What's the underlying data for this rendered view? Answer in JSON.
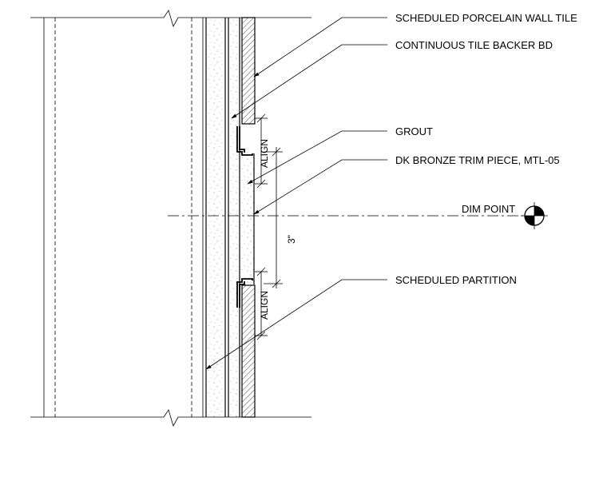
{
  "labels": {
    "tile": "SCHEDULED PORCELAIN WALL TILE",
    "backer": "CONTINUOUS TILE BACKER BD",
    "grout": "GROUT",
    "trim": "DK BRONZE TRIM PIECE, MTL-05",
    "dim_point": "DIM POINT",
    "partition": "SCHEDULED PARTITION"
  },
  "dimensions": {
    "align_top": "ALIGN",
    "align_bottom": "ALIGN",
    "trim_height": "3\""
  },
  "icons": {
    "dim_point_symbol": "dimension-point-target-icon"
  },
  "colors": {
    "line": "#000000",
    "background": "#ffffff"
  }
}
